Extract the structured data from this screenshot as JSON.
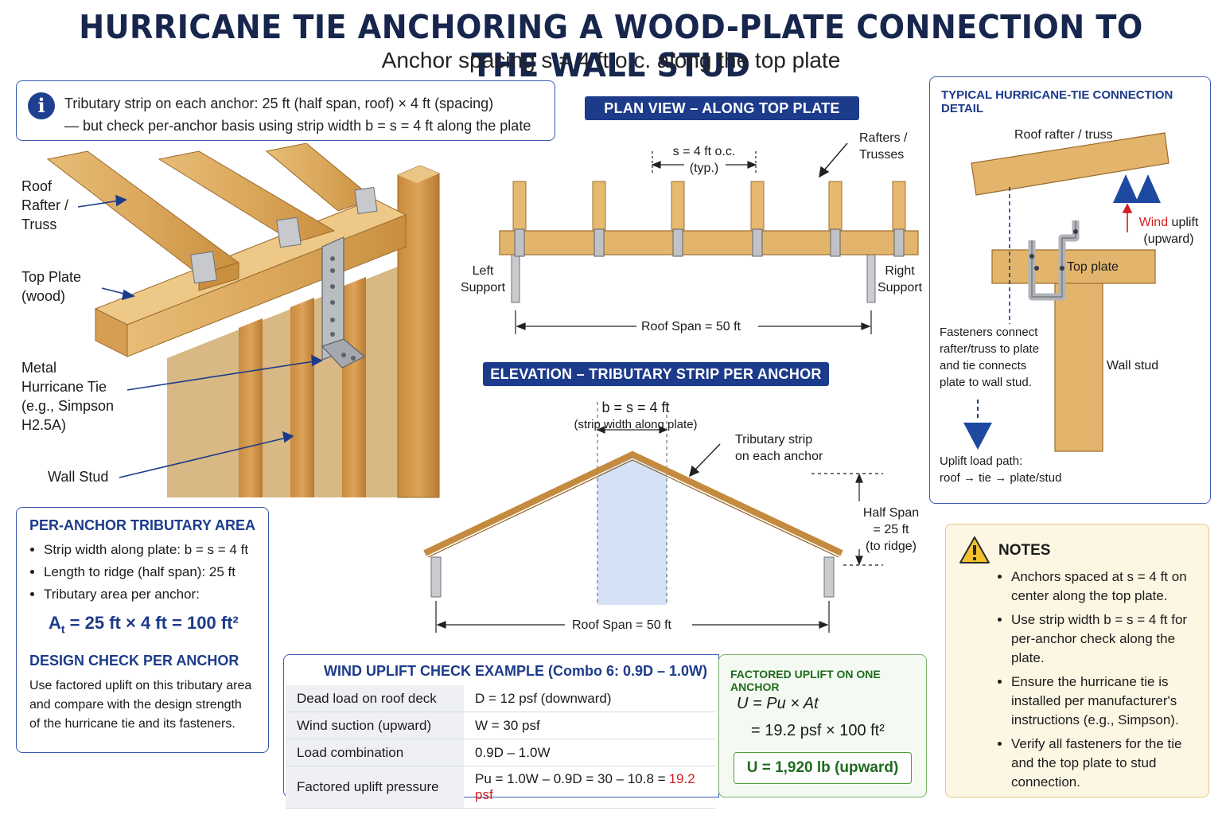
{
  "title": "HURRICANE TIE ANCHORING A WOOD-PLATE CONNECTION TO THE WALL STUD",
  "subtitle": "Anchor spacing s = 4 ft o.c. along the top plate",
  "info": {
    "line1": "Tributary strip on each anchor: 25 ft (half span, roof) × 4 ft (spacing)",
    "line2": "— but check per-anchor basis using strip width b = s = 4 ft along the plate"
  },
  "isometric": {
    "roof_label_1": "Roof",
    "roof_label_2": "Rafter /",
    "roof_label_3": "Truss",
    "plate_label_1": "Top Plate",
    "plate_label_2": "(wood)",
    "tie_label_1": "Metal",
    "tie_label_2": "Hurricane Tie",
    "tie_label_3": "(e.g., Simpson",
    "tie_label_4": "H2.5A)",
    "stud_label": "Wall Stud"
  },
  "plan": {
    "banner": "PLAN VIEW – ALONG TOP PLATE",
    "spacing_1": "s = 4 ft o.c.",
    "spacing_2": "(typ.)",
    "rafters_1": "Rafters /",
    "rafters_2": "Trusses",
    "left_1": "Left",
    "left_2": "Support",
    "right_1": "Right",
    "right_2": "Support",
    "span": "Roof Span = 50 ft"
  },
  "elevation": {
    "banner": "ELEVATION – TRIBUTARY STRIP PER ANCHOR",
    "strip_1": "b = s = 4 ft",
    "strip_2": "(strip width along plate)",
    "trib_1": "Tributary strip",
    "trib_2": "on each anchor",
    "half_1": "Half Span",
    "half_2": "= 25 ft",
    "half_3": "(to ridge)",
    "span": "Roof Span = 50 ft"
  },
  "detail": {
    "title": "TYPICAL HURRICANE-TIE CONNECTION DETAIL",
    "rafter": "Roof rafter / truss",
    "wind_1": "Wind",
    "wind_2": "uplift",
    "wind_3": "(upward)",
    "plate": "Top plate",
    "fast_1": "Fasteners connect",
    "fast_2": "rafter/truss to plate",
    "fast_3": "and tie connects",
    "fast_4": "plate to wall stud.",
    "stud": "Wall stud",
    "path_1": "Uplift load path:",
    "path_2": "roof → tie → plate/stud"
  },
  "area": {
    "head": "PER-ANCHOR TRIBUTARY AREA",
    "b1": "Strip width along plate: b = s = 4 ft",
    "b2": "Length to ridge (half span): 25 ft",
    "b3": "Tributary area per anchor:",
    "formula_lhs": "A",
    "formula_sub": "t",
    "formula_rhs": " = 25 ft × 4 ft = 100 ft²",
    "design_head": "DESIGN CHECK PER ANCHOR",
    "design_1": "Use factored uplift on this tributary area",
    "design_2": "and compare with the design strength",
    "design_3": "of the hurricane tie and its fasteners."
  },
  "check": {
    "head": "WIND UPLIFT CHECK EXAMPLE (Combo 6: 0.9D – 1.0W)",
    "rows": [
      {
        "label": "Dead load on roof deck",
        "value": "D = 12 psf (downward)"
      },
      {
        "label": "Wind suction (upward)",
        "value": "W = 30 psf"
      },
      {
        "label": "Load combination",
        "value": "0.9D – 1.0W"
      },
      {
        "label": "Factored uplift pressure",
        "value": "Pu = 1.0W – 0.9D = 30 – 10.8 =",
        "accent": "19.2 psf"
      }
    ]
  },
  "factored": {
    "head": "FACTORED UPLIFT ON ONE ANCHOR",
    "eq1": "U = Pu × At",
    "eq2": "= 19.2 psf × 100 ft²",
    "result": "U = 1,920 lb (upward)"
  },
  "notes": {
    "head": "NOTES",
    "n1": "Anchors spaced at s = 4 ft on center along the top plate.",
    "n2": "Use strip width b = s = 4 ft for per-anchor check along the plate.",
    "n3": "Ensure the hurricane tie is installed per manufacturer's instructions (e.g., Simpson).",
    "n4": "Verify all fasteners for the tie and the top plate to stud connection."
  },
  "colors": {
    "navy": "#1d3b8b",
    "wood": "#e3b56c",
    "wood_dark": "#b98336",
    "red": "#d11f1f",
    "green": "#1f6b1f"
  }
}
